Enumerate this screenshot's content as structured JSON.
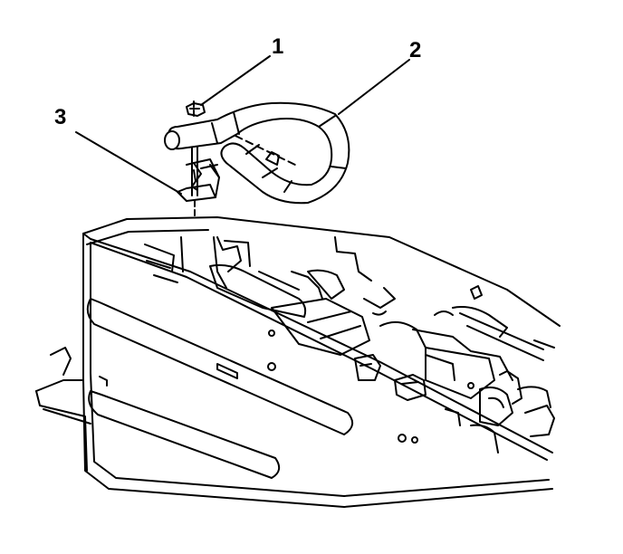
{
  "callouts": [
    {
      "id": "1",
      "label": "1",
      "part": "nut"
    },
    {
      "id": "2",
      "label": "2",
      "part": "hose"
    },
    {
      "id": "3",
      "label": "3",
      "part": "bracket"
    }
  ],
  "colors": {
    "line": "#000000",
    "background": "#ffffff",
    "hose_fill": "#ffffff"
  }
}
